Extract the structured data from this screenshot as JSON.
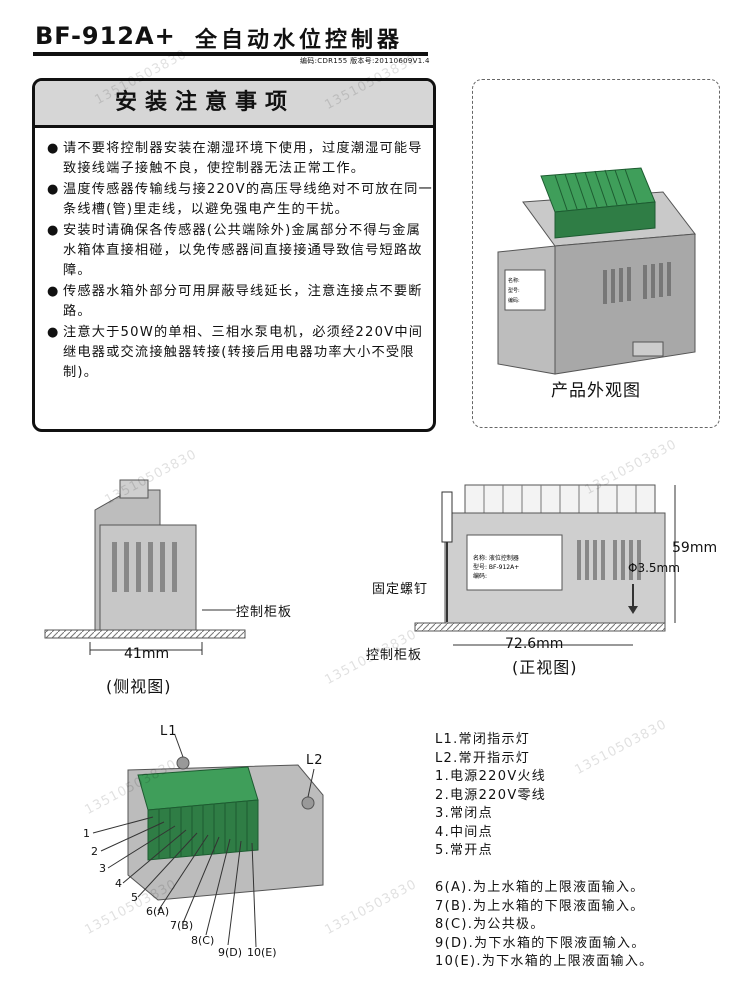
{
  "header": {
    "model": "BF-912A+",
    "title": "全自动水位控制器",
    "meta": "编码:CDR155   版本号:20110609V1.4"
  },
  "notes": {
    "title": "安装注意事项",
    "items": [
      "请不要将控制器安装在潮湿环境下使用，过度潮湿可能导致接线端子接触不良，使控制器无法正常工作。",
      "温度传感器传输线与接220V的高压导线绝对不可放在同一条线槽(管)里走线，以避免强电产生的干扰。",
      "安装时请确保各传感器(公共端除外)金属部分不得与金属水箱体直接相碰，以免传感器间直接接通导致信号短路故障。",
      "传感器水箱外部分可用屏蔽导线延长，注意连接点不要断路。",
      "注意大于50W的单相、三相水泵电机，必须经220V中间继电器或交流接触器转接(转接后用电器功率大小不受限制)。"
    ]
  },
  "product": {
    "caption": "产品外观图",
    "label_lines": [
      "名称:",
      "型号:",
      "编码:"
    ]
  },
  "side_view": {
    "panel_label": "控制柜板",
    "width": "41mm",
    "caption": "(侧视图)"
  },
  "front_view": {
    "screw_label": "固定螺钉",
    "panel_label": "控制柜板",
    "width": "72.6mm",
    "height": "59mm",
    "hole": "Φ3.5mm",
    "caption": "(正视图)",
    "label_name": "名称: 液位控制器",
    "label_model": "型号: BF-912A+",
    "label_code": "编码:"
  },
  "terminal_diagram": {
    "led1": "L1",
    "led2": "L2",
    "callouts": [
      "1",
      "2",
      "3",
      "4",
      "5",
      "6(A)",
      "7(B)",
      "8(C)",
      "9(D)",
      "10(E)"
    ]
  },
  "terminal_legend": [
    "L1.常闭指示灯",
    "L2.常开指示灯",
    "1.电源220V火线",
    "2.电源220V零线",
    "3.常闭点",
    "4.中间点",
    "5.常开点"
  ],
  "input_legend": [
    "6(A).为上水箱的上限液面输入。",
    "7(B).为上水箱的下限液面输入。",
    "8(C).为公共极。",
    "9(D).为下水箱的下限液面输入。",
    "10(E).为下水箱的上限液面输入。"
  ],
  "watermark": "13510503830",
  "colors": {
    "panel_gray": "#d6d6d6",
    "terminal_green": "#3f9e5a",
    "device_gray": "#a8a8a8"
  }
}
